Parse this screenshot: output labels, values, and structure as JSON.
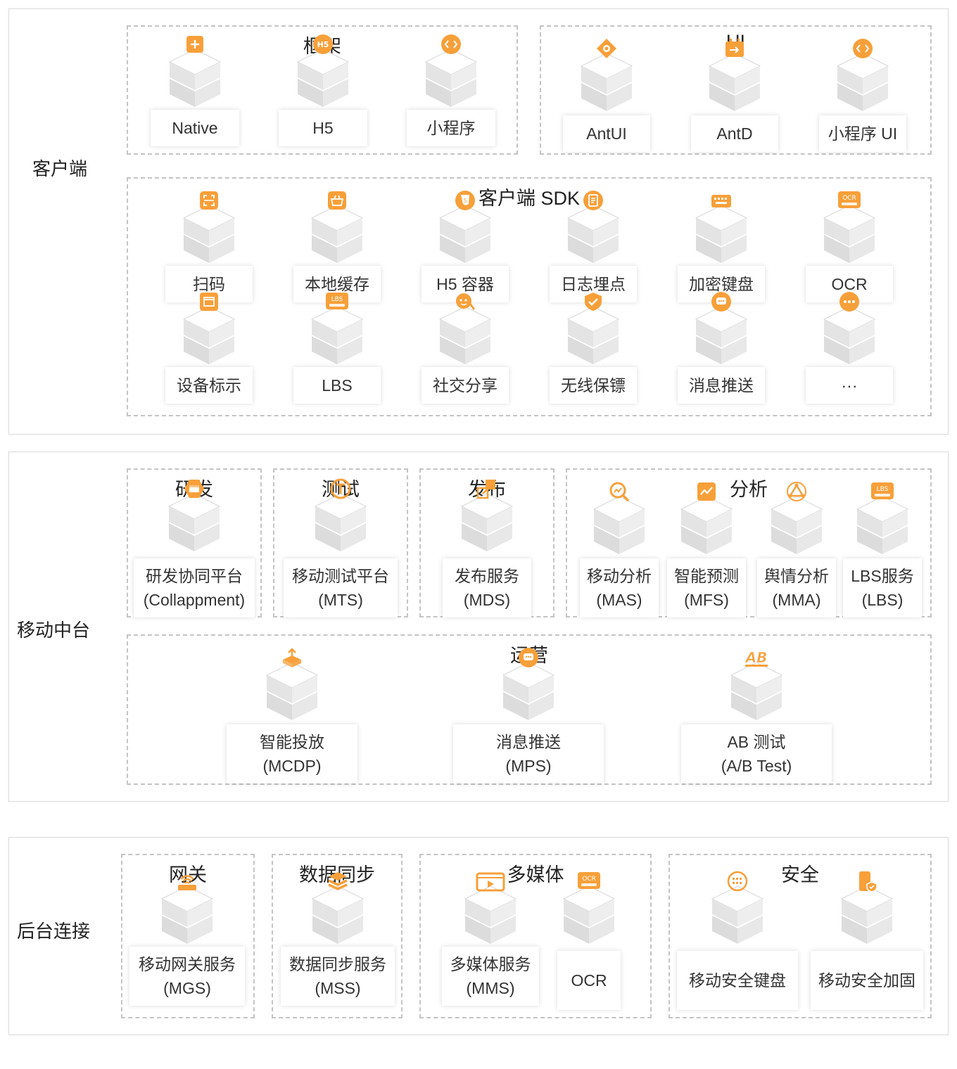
{
  "accent": "#f7a03a",
  "layers": {
    "client": {
      "label": "客户端",
      "framework": {
        "title": "框架",
        "items": [
          {
            "label": "Native",
            "icon": "plus-square-icon"
          },
          {
            "label": "H5",
            "icon": "h5-badge-icon",
            "badge": "H5"
          },
          {
            "label": "小程序",
            "icon": "mini-program-icon"
          }
        ]
      },
      "ui": {
        "title": "UI",
        "items": [
          {
            "label": "AntUI",
            "icon": "diamond-target-icon"
          },
          {
            "label": "AntD",
            "icon": "calendar-arrow-icon"
          },
          {
            "label": "小程序 UI",
            "icon": "mini-program-icon"
          }
        ]
      },
      "sdk": {
        "title": "客户端 SDK",
        "items": [
          {
            "label": "扫码",
            "icon": "scan-icon"
          },
          {
            "label": "本地缓存",
            "icon": "basket-icon"
          },
          {
            "label": "H5 容器",
            "icon": "html5-icon"
          },
          {
            "label": "日志埋点",
            "icon": "document-icon"
          },
          {
            "label": "加密键盘",
            "icon": "keyboard-icon"
          },
          {
            "label": "OCR",
            "icon": "ocr-icon",
            "badge": "OCR"
          },
          {
            "label": "设备标示",
            "icon": "device-window-icon"
          },
          {
            "label": "LBS",
            "icon": "lbs-icon",
            "badge": "LBS"
          },
          {
            "label": "社交分享",
            "icon": "social-share-icon"
          },
          {
            "label": "无线保镖",
            "icon": "shield-check-icon"
          },
          {
            "label": "消息推送",
            "icon": "chat-bubble-icon"
          },
          {
            "label": "···",
            "icon": "more-dots-icon"
          }
        ]
      }
    },
    "middle": {
      "label": "移动中台",
      "dev": {
        "title": "研发",
        "items": [
          {
            "line1": "研发协同平台",
            "line2": "(Collappment)",
            "icon": "hexagon-window-icon"
          }
        ]
      },
      "test": {
        "title": "测试",
        "items": [
          {
            "line1": "移动测试平台",
            "line2": "(MTS)",
            "icon": "test-t-icon"
          }
        ]
      },
      "publish": {
        "title": "发布",
        "items": [
          {
            "line1": "发布服务",
            "line2": "(MDS)",
            "icon": "publish-icon"
          }
        ]
      },
      "analysis": {
        "title": "分析",
        "items": [
          {
            "line1": "移动分析",
            "line2": "(MAS)",
            "icon": "magnifier-chart-icon"
          },
          {
            "line1": "智能预测",
            "line2": "(MFS)",
            "icon": "trend-chart-icon"
          },
          {
            "line1": "舆情分析",
            "line2": "(MMA)",
            "icon": "triangle-network-icon"
          },
          {
            "line1": "LBS服务",
            "line2": "(LBS)",
            "icon": "lbs-icon",
            "badge": "LBS"
          }
        ]
      },
      "ops": {
        "title": "运营",
        "items": [
          {
            "line1": "智能投放",
            "line2": "(MCDP)",
            "icon": "box-upload-icon"
          },
          {
            "line1": "消息推送",
            "line2": "(MPS)",
            "icon": "chat-bubble-icon"
          },
          {
            "line1": "AB 测试",
            "line2": "(A/B Test)",
            "icon": "ab-test-icon",
            "badge": "AB"
          }
        ]
      }
    },
    "backend": {
      "label": "后台连接",
      "gateway": {
        "title": "网关",
        "items": [
          {
            "line1": "移动网关服务",
            "line2": "(MGS)",
            "icon": "router-icon"
          }
        ]
      },
      "sync": {
        "title": "数据同步",
        "items": [
          {
            "line1": "数据同步服务",
            "line2": "(MSS)",
            "icon": "layers-icon"
          }
        ]
      },
      "media": {
        "title": "多媒体",
        "items": [
          {
            "line1": "多媒体服务",
            "line2": "(MMS)",
            "icon": "video-player-icon"
          },
          {
            "line1": "OCR",
            "line2": "",
            "icon": "ocr-icon",
            "badge": "OCR"
          }
        ]
      },
      "security": {
        "title": "安全",
        "items": [
          {
            "line1": "移动安全键盘",
            "line2": "",
            "icon": "keypad-circle-icon"
          },
          {
            "line1": "移动安全加固",
            "line2": "",
            "icon": "phone-shield-icon"
          }
        ]
      }
    }
  }
}
